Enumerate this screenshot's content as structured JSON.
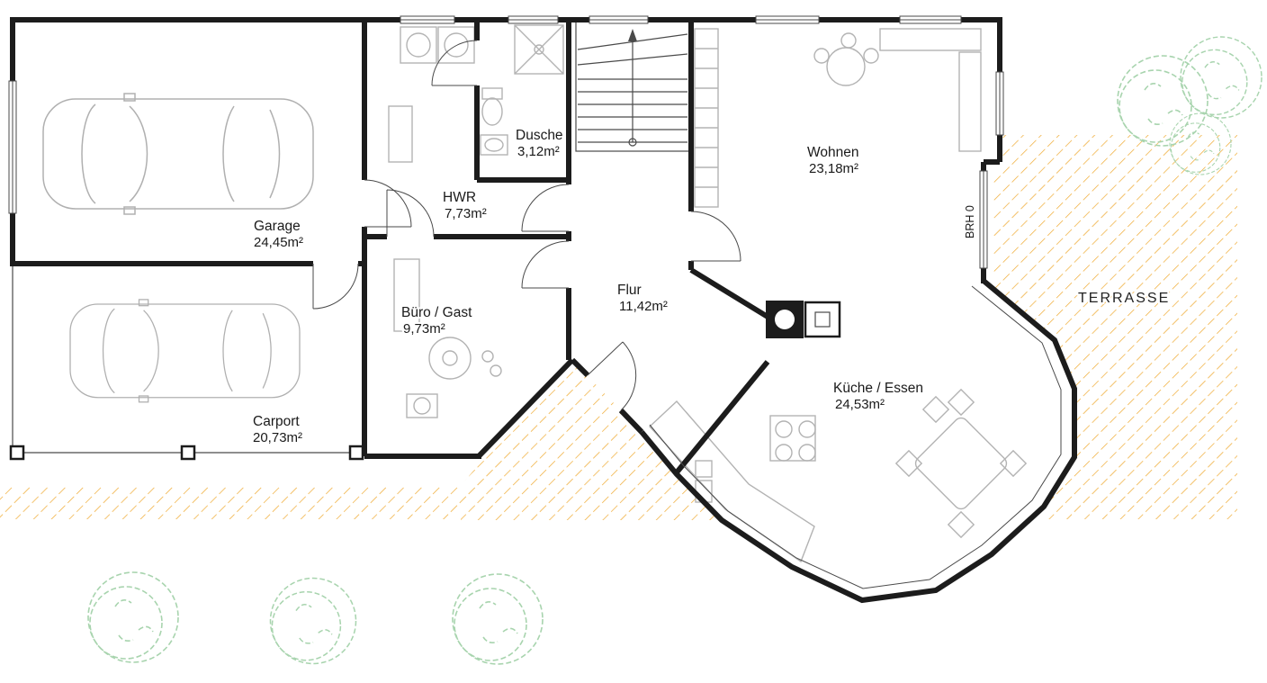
{
  "colors": {
    "wall": "#1c1c1c",
    "thin": "#4a4a4a",
    "hatch": "#efa92f",
    "tree": "#a8d4ae",
    "furniture": "#b3b3b3",
    "car": "#b0b0b0"
  },
  "rooms": [
    {
      "id": "garage",
      "name": "Garage",
      "area": "24,45m²"
    },
    {
      "id": "carport",
      "name": "Carport",
      "area": "20,73m²"
    },
    {
      "id": "hwr",
      "name": "HWR",
      "area": "7,73m²"
    },
    {
      "id": "dusche",
      "name": "Dusche",
      "area": "3,12m²"
    },
    {
      "id": "buero",
      "name": "Büro /  Gast",
      "area": "9,73m²"
    },
    {
      "id": "flur",
      "name": "Flur",
      "area": "11,42m²"
    },
    {
      "id": "wohnen",
      "name": "Wohnen",
      "area": "23,18m²"
    },
    {
      "id": "kueche",
      "name": "Küche /  Essen",
      "area": "24,53m²"
    }
  ],
  "outdoor": {
    "terrace_label": "TERRASSE",
    "sill_annotation": "BRH 0"
  }
}
